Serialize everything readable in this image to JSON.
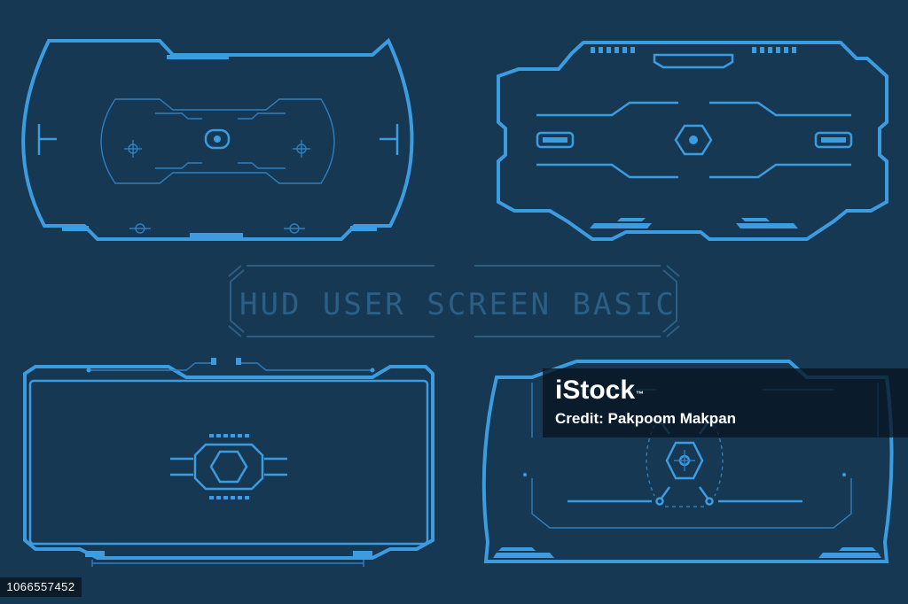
{
  "title": "HUD USER SCREEN BASIC",
  "watermark": {
    "brand": "iStock",
    "trademark": "™",
    "credit": "Credit: Pakpoom Makpan"
  },
  "stock_id": "1066557452",
  "colors": {
    "background": "#163852",
    "frame": "#3d9be0",
    "frame_thin": "#2f7fc0",
    "title": "#2b5f86"
  },
  "panels": [
    {
      "name": "hud-frame-top-left"
    },
    {
      "name": "hud-frame-top-right"
    },
    {
      "name": "hud-frame-bottom-left"
    },
    {
      "name": "hud-frame-bottom-right"
    }
  ]
}
